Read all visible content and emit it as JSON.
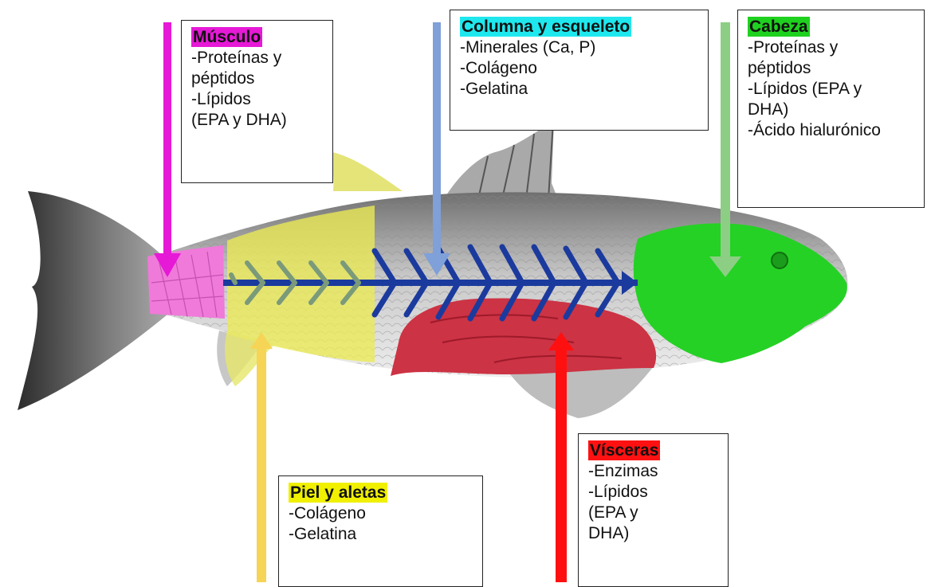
{
  "colors": {
    "muscle": "#e619d6",
    "skeleton": "#7fa0d8",
    "head": "#1fd11f",
    "skin": "#f0f000",
    "viscera": "#ff1111",
    "skin_arrow": "#f6d455",
    "viscera_arrow": "#ff1010",
    "head_arrow": "#8ccf84",
    "spine": "#1b3a9e"
  },
  "labels": {
    "muscle": {
      "title": "Músculo",
      "items": [
        "-Proteínas y\npéptidos",
        "-Lípidos\n(EPA y DHA)"
      ]
    },
    "skeleton": {
      "title": "Columna y esqueleto",
      "items": [
        "-Minerales (Ca, P)",
        "-Colágeno",
        "-Gelatina"
      ]
    },
    "head": {
      "title": "Cabeza",
      "items": [
        "-Proteínas y\npéptidos",
        "-Lípidos (EPA y\nDHA)",
        "-Ácido hialurónico"
      ]
    },
    "skin": {
      "title": "Piel y aletas",
      "items": [
        "-Colágeno",
        "-Gelatina"
      ]
    },
    "viscera": {
      "title": "Vísceras",
      "items": [
        "-Enzimas",
        "-Lípidos\n(EPA y\nDHA)"
      ]
    }
  }
}
